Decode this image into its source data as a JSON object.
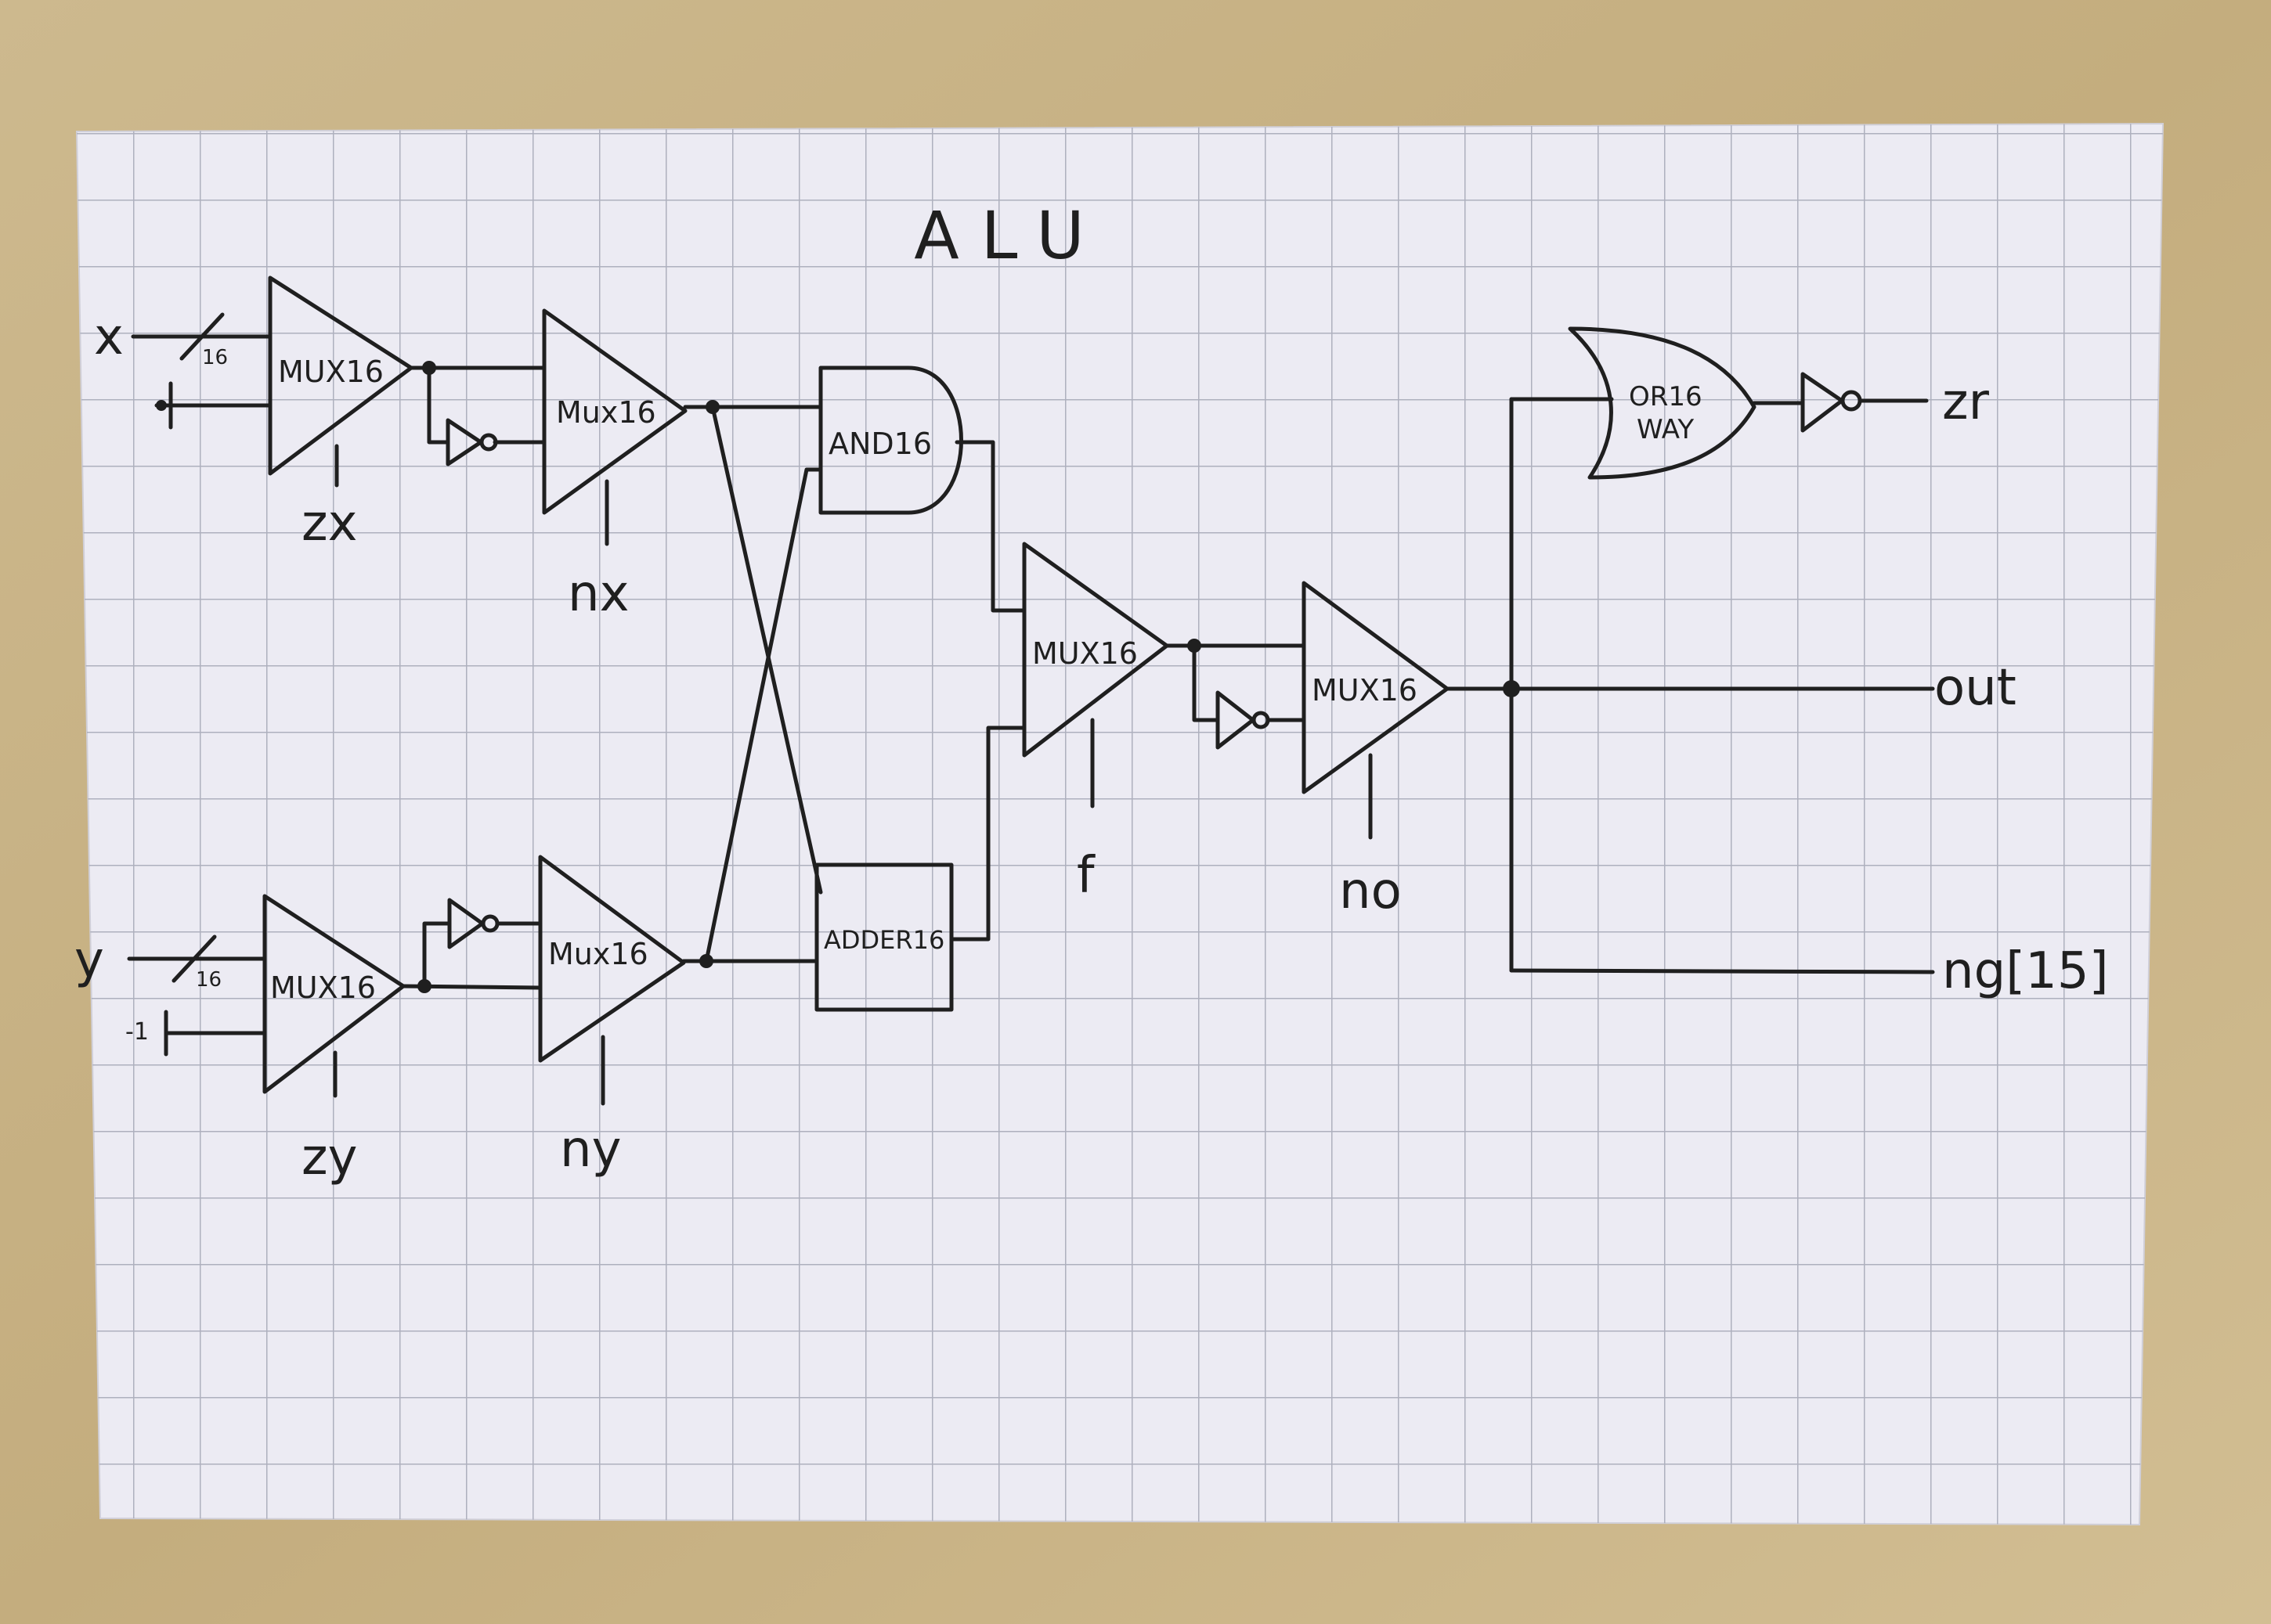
{
  "title": "ALU",
  "bus_width_label": "16",
  "inputs": {
    "x": "x",
    "y": "y"
  },
  "constants": {
    "y_const": "-1"
  },
  "controls": {
    "zx": "zx",
    "nx": "nx",
    "zy": "zy",
    "ny": "ny",
    "f": "f",
    "no": "no"
  },
  "outputs": {
    "zr": "zr",
    "out": "out",
    "ng": "ng[15]"
  },
  "gates": {
    "mux_zx": "MUX16",
    "mux_nx": "Mux16",
    "mux_zy": "MUX16",
    "mux_ny": "Mux16",
    "and16": "AND16",
    "adder16": "ADDER16",
    "mux_f": "MUX16",
    "mux_no": "MUX16",
    "or16way_line1": "OR16",
    "or16way_line2": "WAY"
  },
  "colors": {
    "ink": "#1f1f1f",
    "paper": "#ecebf3",
    "grid": "#a7a9b8",
    "desk": "#c9b589"
  }
}
